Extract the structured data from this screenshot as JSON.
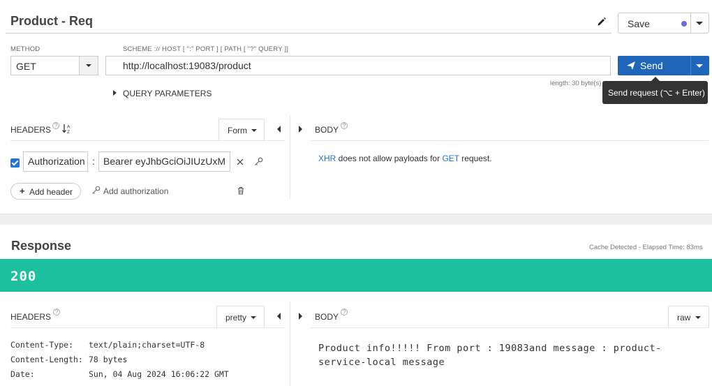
{
  "request": {
    "title": "Product - Req",
    "save_label": "Save",
    "method_label": "METHOD",
    "method_value": "GET",
    "url_label": "SCHEME :// HOST [ \":\" PORT ] [ PATH [ \"?\" QUERY ]]",
    "url_value": "http://localhost:19083/product",
    "send_label": "Send",
    "length_note": "length: 30 byte(s)",
    "send_tooltip": "Send request (⌥ + Enter)",
    "query_params_label": "QUERY PARAMETERS",
    "headers": {
      "label": "HEADERS",
      "sort_icon_text": "↓A Z",
      "mode": "Form",
      "items": [
        {
          "enabled": true,
          "name": "Authorization",
          "value": "Bearer eyJhbGciOiJIUzUxM"
        }
      ],
      "colon": ":",
      "add_header_label": "Add header",
      "add_auth_label": "Add authorization"
    },
    "body": {
      "label": "BODY",
      "message_prefix": "XHR",
      "message_mid": " does not allow payloads for ",
      "message_method": "GET",
      "message_suffix": " request."
    }
  },
  "response": {
    "title": "Response",
    "meta": "Cache Detected - Elapsed Time: 83ms",
    "status_code": "200",
    "headers_label": "HEADERS",
    "headers_mode": "pretty",
    "body_label": "BODY",
    "body_mode": "raw",
    "headers": [
      {
        "key": "Content-Type:",
        "value": "text/plain;charset=UTF-8"
      },
      {
        "key": "Content-Length:",
        "value": "78 bytes"
      },
      {
        "key": "Date:",
        "value": "Sun, 04 Aug 2024 16:06:22 GMT"
      }
    ],
    "body_text": "Product info!!!!! From port : 19083and message : product-service-local message"
  },
  "colors": {
    "accent": "#1f65b9",
    "status_ok": "#1cc09f",
    "link": "#2175d9"
  }
}
